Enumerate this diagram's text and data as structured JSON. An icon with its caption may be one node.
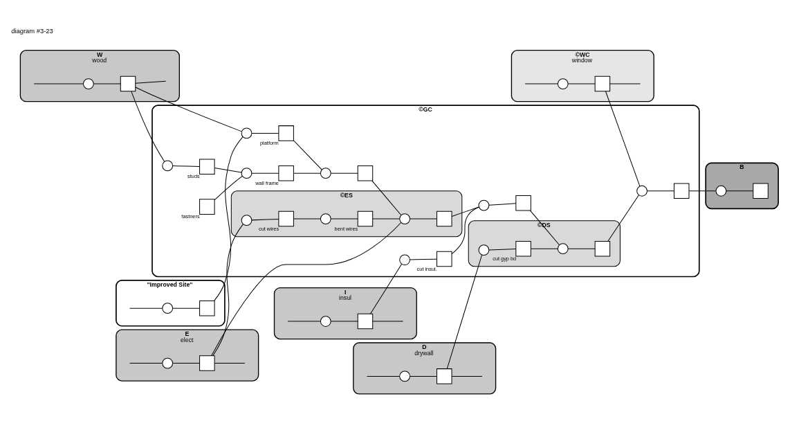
{
  "diagram": {
    "nodes": [
      {
        "text": [
          "D",
          "drywall"
        ]
      },
      {
        "text": [],
        "shape": "circle",
        "in": 0
      },
      {
        "text": [],
        "shape": "box",
        "in": 0
      },
      {
        "text": [
          "©WC",
          "window"
        ]
      },
      {
        "text": [],
        "shape": "circle",
        "in": 3
      },
      {
        "text": [],
        "shape": "box",
        "in": 3
      },
      {
        "text": [
          "I",
          "insul"
        ]
      },
      {
        "text": [],
        "shape": "circle",
        "in": 6
      },
      {
        "text": [],
        "shape": "box",
        "in": 6
      },
      {
        "text": [
          "E",
          "elect"
        ]
      },
      {
        "text": [],
        "shape": "circle",
        "in": 9
      },
      {
        "text": [],
        "shape": "box",
        "in": 9
      },
      {
        "text": [
          "©GC"
        ]
      },
      {
        "text": [
          "W",
          "wood"
        ]
      },
      {
        "text": [],
        "shape": "circle",
        "in": 13
      },
      {
        "text": [],
        "shape": "box",
        "in": 13
      },
      {
        "text": [],
        "shape": "circle",
        "in": 12
      },
      {
        "text": [],
        "shape": "box",
        "in": 12,
        "beside": [
          "studs"
        ]
      },
      {
        "text": [],
        "shape": "circle",
        "in": 12
      },
      {
        "text": [],
        "shape": "box",
        "in": 12,
        "beside": [
          "wall frame"
        ]
      },
      {
        "text": [],
        "shape": "box",
        "in": 12,
        "beside": [
          "fastners"
        ]
      },
      {
        "text": [
          "©ES"
        ],
        "in": 12
      },
      {
        "text": [],
        "shape": "circle",
        "in": 21
      },
      {
        "text": [],
        "shape": "box",
        "in": 21,
        "beside": [
          "cut wires"
        ]
      },
      {
        "text": [],
        "shape": "circle",
        "in": 12
      },
      {
        "text": [],
        "shape": "box",
        "in": 12,
        "beside": [
          "cut insul."
        ]
      },
      {
        "text": [
          "©DS"
        ],
        "in": 12
      },
      {
        "text": [],
        "shape": "circle",
        "in": 26
      },
      {
        "text": [],
        "shape": "box",
        "in": 26,
        "beside": [
          "cut gyp bd"
        ]
      },
      {
        "text": [],
        "shape": "circle",
        "in": 21
      },
      {
        "text": [],
        "shape": "box",
        "in": 21,
        "beside": [
          "bent wires"
        ]
      },
      {
        "text": [
          "\"Improved Site\""
        ]
      },
      {
        "text": [],
        "shape": "circle",
        "in": 31
      },
      {
        "text": [],
        "shape": "box",
        "in": 31
      },
      {
        "text": [],
        "shape": "circle",
        "in": 12
      },
      {
        "text": [],
        "shape": "box",
        "in": 12,
        "beside": [
          "platform"
        ]
      },
      {
        "text": [],
        "shape": "circle",
        "in": 12
      },
      {
        "text": [],
        "shape": "box",
        "in": 12
      },
      {
        "text": [],
        "shape": "circle",
        "in": 21
      },
      {
        "text": [],
        "shape": "box",
        "in": 21
      },
      {
        "text": [],
        "shape": "circle",
        "in": 12
      },
      {
        "text": [],
        "shape": "box",
        "in": 12
      },
      {
        "text": [],
        "shape": "circle",
        "in": 26
      },
      {
        "text": [],
        "shape": "box",
        "in": 26
      },
      {
        "text": [],
        "shape": "circle",
        "in": 12
      },
      {
        "text": [],
        "shape": "box",
        "in": 12
      },
      {
        "text": [
          "B"
        ]
      },
      {
        "text": [],
        "shape": "circle",
        "in": 46
      },
      {
        "text": [],
        "shape": "box",
        "in": 46
      }
    ],
    "edges": [
      {
        "from": null,
        "to": 1,
        "arrow": "none"
      },
      {
        "from": 1,
        "to": 2,
        "arrow": "none"
      },
      {
        "from": 2,
        "to": null,
        "arrow": "none"
      },
      {
        "from": null,
        "to": 4,
        "arrow": "none"
      },
      {
        "from": 4,
        "to": 5,
        "arrow": "none"
      },
      {
        "from": 5,
        "to": null,
        "arrow": "none"
      },
      {
        "from": 5,
        "to": 44,
        "arrow": "none"
      },
      {
        "from": null,
        "to": 7,
        "arrow": "none"
      },
      {
        "from": 7,
        "to": 8,
        "arrow": "none"
      },
      {
        "from": 8,
        "to": null,
        "arrow": "none"
      },
      {
        "from": 8,
        "to": 24,
        "arrow": "none"
      },
      {
        "from": null,
        "to": 10,
        "arrow": "none"
      },
      {
        "from": 10,
        "to": 11,
        "arrow": "none"
      },
      {
        "from": 11,
        "to": null,
        "arrow": "none"
      },
      {
        "from": 11,
        "to": 22,
        "arrow": "none"
      },
      {
        "from": 11,
        "to": 38,
        "arrow": "none"
      },
      {
        "from": null,
        "to": 14,
        "arrow": "none"
      },
      {
        "from": 14,
        "to": 15,
        "arrow": "none"
      },
      {
        "from": 15,
        "to": null,
        "arrow": "none"
      },
      {
        "from": 15,
        "to": 16,
        "arrow": "none"
      },
      {
        "from": 15,
        "to": 34,
        "arrow": "none"
      },
      {
        "from": 16,
        "to": 17,
        "arrow": "none"
      },
      {
        "from": 17,
        "to": 18,
        "arrow": "none"
      },
      {
        "from": 18,
        "to": 19,
        "arrow": "none"
      },
      {
        "from": 20,
        "to": 18,
        "arrow": "none"
      },
      {
        "from": 19,
        "to": 36,
        "arrow": "none"
      },
      {
        "from": 2,
        "to": 27,
        "arrow": "none"
      },
      {
        "from": 22,
        "to": 23,
        "arrow": "none"
      },
      {
        "from": 23,
        "to": 29,
        "arrow": "none"
      },
      {
        "from": 29,
        "to": 30,
        "arrow": "none"
      },
      {
        "from": 30,
        "to": 38,
        "arrow": "none"
      },
      {
        "from": 24,
        "to": 25,
        "arrow": "none"
      },
      {
        "from": 25,
        "to": 40,
        "arrow": "none"
      },
      {
        "from": 27,
        "to": 28,
        "arrow": "none"
      },
      {
        "from": 28,
        "to": 42,
        "arrow": "none"
      },
      {
        "from": null,
        "to": 32,
        "arrow": "none"
      },
      {
        "from": 32,
        "to": 33,
        "arrow": "none"
      },
      {
        "from": 33,
        "to": 34,
        "arrow": "none"
      },
      {
        "from": 34,
        "to": 35,
        "arrow": "none"
      },
      {
        "from": 35,
        "to": 36,
        "arrow": "none"
      },
      {
        "from": 36,
        "to": 37,
        "arrow": "none"
      },
      {
        "from": 37,
        "to": 38,
        "arrow": "none"
      },
      {
        "from": 38,
        "to": 39,
        "arrow": "none"
      },
      {
        "from": 39,
        "to": 40,
        "arrow": "none"
      },
      {
        "from": 40,
        "to": 41,
        "arrow": "none"
      },
      {
        "from": 41,
        "to": 42,
        "arrow": "none"
      },
      {
        "from": 42,
        "to": 43,
        "arrow": "none"
      },
      {
        "from": 43,
        "to": 44,
        "arrow": "none"
      },
      {
        "from": 44,
        "to": 45,
        "arrow": "none"
      },
      {
        "from": 45,
        "to": 47,
        "arrow": "none"
      },
      {
        "from": 47,
        "to": 48,
        "arrow": "none"
      }
    ],
    "labels": [
      "diagram #3-23"
    ]
  }
}
